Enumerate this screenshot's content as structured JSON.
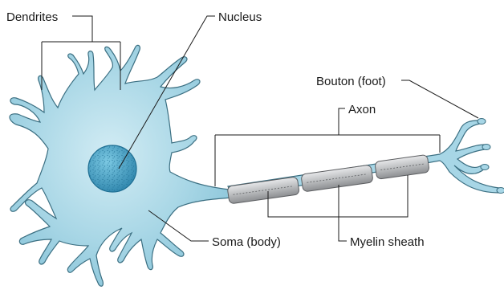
{
  "labels": {
    "dendrites": "Dendrites",
    "nucleus": "Nucleus",
    "bouton": "Bouton (foot)",
    "axon": "Axon",
    "soma": "Soma (body)",
    "myelin": "Myelin sheath"
  },
  "colors": {
    "cytoplasm": "#9fd0e0",
    "cytoplasm_light": "#c6e6f0",
    "outline": "#3b6f82",
    "nucleus": "#3a98bf",
    "myelin": "#a9abad",
    "myelin_light": "#dcdde0",
    "lines": "#1a1a1a"
  }
}
